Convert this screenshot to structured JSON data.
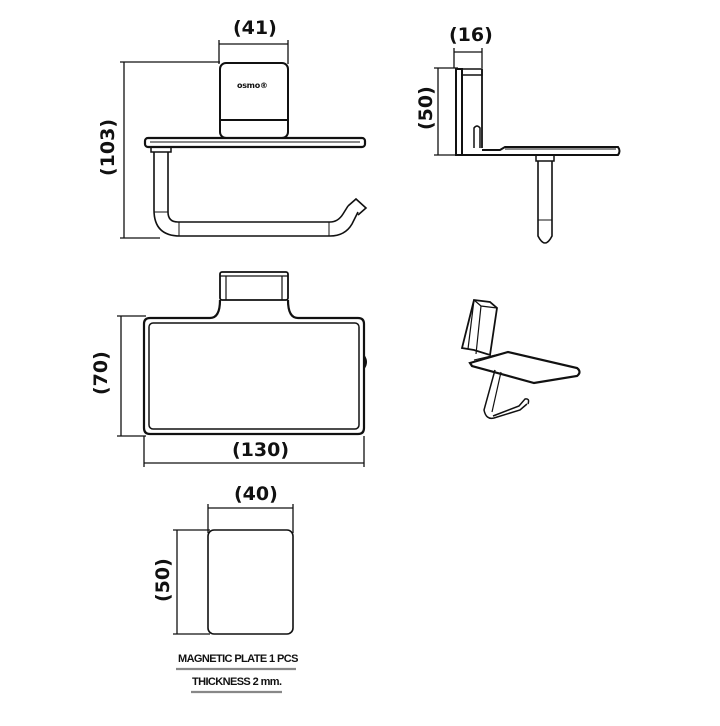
{
  "drawing": {
    "brand_mark": "osmo®",
    "front_view": {
      "width_label": "(41)",
      "height_label": "(103)"
    },
    "side_view": {
      "depth_label": "(16)",
      "height_label": "(50)"
    },
    "top_view": {
      "height_label": "(70)",
      "width_label": "(130)"
    },
    "isometric_view": {
      "description": "3D view of toilet paper holder with shelf"
    },
    "magnetic_plate": {
      "width_label": "(40)",
      "height_label": "(50)",
      "note_quantity": "MAGNETIC PLATE 1 PCS",
      "note_thickness": "THICKNESS 2 mm."
    }
  },
  "colors": {
    "line": "#111111",
    "background": "#ffffff",
    "underline": "#888888"
  }
}
